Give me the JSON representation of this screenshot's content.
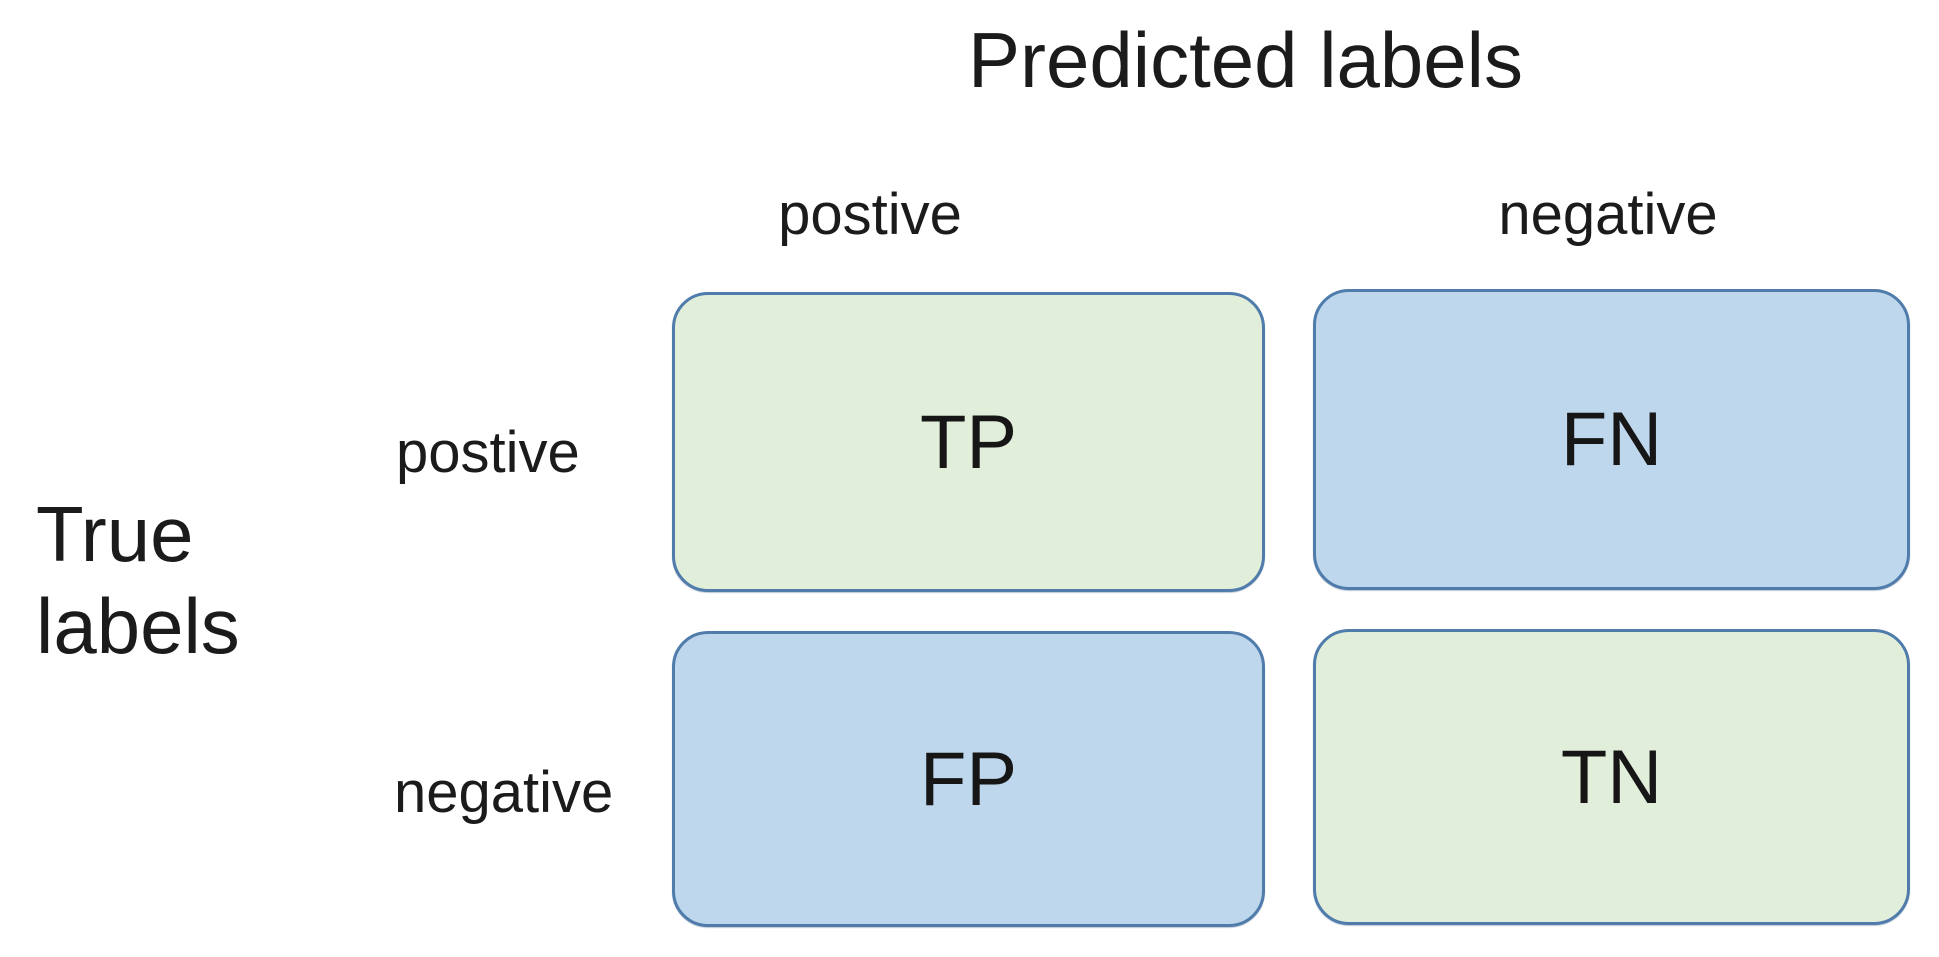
{
  "diagram": {
    "type": "confusion-matrix",
    "title": "Predicted labels",
    "y_axis_title_line1": "True",
    "y_axis_title_line2": "labels",
    "col_labels": [
      "postive",
      "negative"
    ],
    "row_labels": [
      "postive",
      "negative"
    ],
    "cells": [
      {
        "id": "tp",
        "label": "TP",
        "row": "postive",
        "col": "postive",
        "fill": "green"
      },
      {
        "id": "fn",
        "label": "FN",
        "row": "postive",
        "col": "negative",
        "fill": "blue"
      },
      {
        "id": "fp",
        "label": "FP",
        "row": "negative",
        "col": "postive",
        "fill": "blue"
      },
      {
        "id": "tn",
        "label": "TN",
        "row": "negative",
        "col": "negative",
        "fill": "green"
      }
    ],
    "colors": {
      "green_fill": "#e1eeda",
      "blue_fill": "#bed7ed",
      "cell_border": "#4f7cab",
      "text": "#1b1b1b",
      "background": "#ffffff"
    }
  }
}
